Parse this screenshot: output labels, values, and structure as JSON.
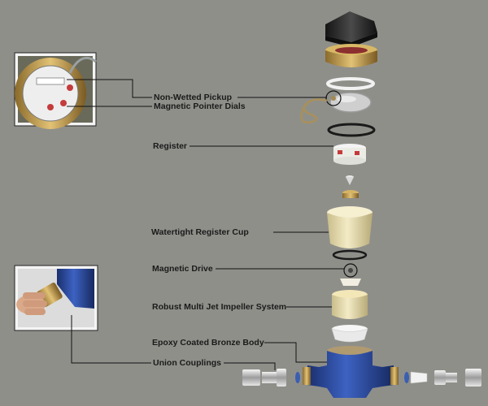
{
  "labels": {
    "non_wetted_pickup": "Non-Wetted Pickup",
    "magnetic_pointer_dials": "Magnetic Pointer Dials",
    "register": "Register",
    "watertight_register_cup": "Watertight Register Cup",
    "magnetic_drive": "Magnetic Drive",
    "robust_multi_jet_impeller_system": "Robust Multi Jet Impeller System",
    "epoxy_coated_bronze_body": "Epoxy Coated Bronze Body",
    "union_couplings": "Union Couplings"
  },
  "colors": {
    "background": "#8f8f8a",
    "leader_line": "#111111",
    "body_blue": "#2a4a9c",
    "brass": "#c8a24a",
    "cream_plastic": "#eadfb0",
    "cover_black": "#2a2a2a",
    "chrome": "#d6d6d6"
  }
}
